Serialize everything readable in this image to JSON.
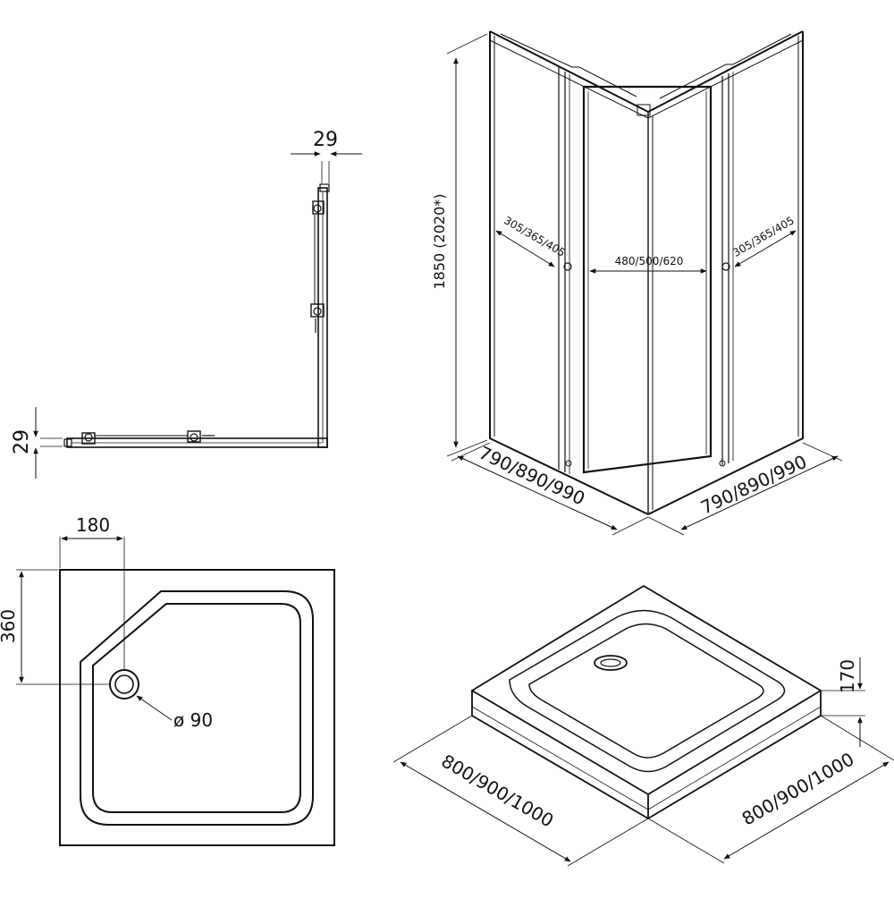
{
  "top_view": {
    "dim_right_width": "29",
    "dim_bottom_width": "29"
  },
  "enclosure": {
    "height": "1850  (2020*)",
    "door_left_opening": "305/365/405",
    "door_right_opening": "305/365/405",
    "center_opening": "480/500/620",
    "width_left": "790/890/990",
    "width_right": "790/890/990"
  },
  "tray_plan": {
    "drain_offset_x": "180",
    "drain_offset_y": "360",
    "drain_diameter": "ø 90"
  },
  "tray_iso": {
    "height": "170",
    "width_left": "800/900/1000",
    "width_right": "800/900/1000"
  }
}
